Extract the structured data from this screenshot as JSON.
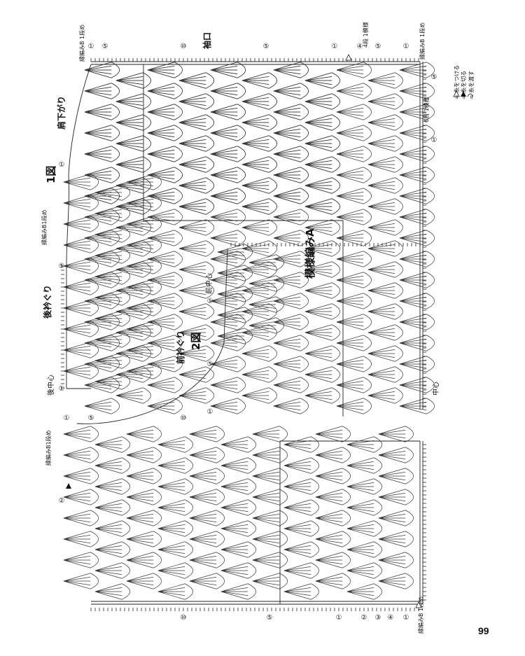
{
  "page_number": "99",
  "figure1": {
    "label": "1図",
    "pattern_label": "模様編みA",
    "shoulder_label": "肩下がり",
    "sleeve_label": "袖口",
    "back_neck_label": "後衿ぐり",
    "back_center_label": "後中心",
    "center_label": "中心",
    "edge_b_row1_top": "縁編みB 1段め",
    "edge_b_row1_neck": "縁編みB1段め",
    "edge_b_row1_right": "縁編みB 1段め",
    "repeat_note_top": "4段 1模様",
    "repeat_note_right": "6目 1模様"
  },
  "figure2": {
    "label": "2図",
    "front_neck_label": "前衿ぐり",
    "front_center_label": "前中心",
    "edge_b_row1_left": "縁編みB1段め",
    "edge_b_row1_bottom": "縁編みB 1段め"
  },
  "legend": {
    "attach_yarn": "= 糸をつける",
    "cut_yarn": "= 糸を切る",
    "carry_yarn": "= 糸を渡す"
  },
  "row_markers": {
    "figure1_top": [
      "①",
      "⑤",
      "⑩",
      "⑤",
      "①",
      "④",
      "⑤",
      "①"
    ],
    "figure1_right": [
      "⑤",
      "①"
    ],
    "figure1_neck": [
      "①",
      "⑤",
      "①"
    ],
    "figure2_top": [
      "①",
      "⑤",
      "⑩"
    ],
    "figure2_neck": [
      "①",
      "⑤",
      "①"
    ],
    "figure2_bottom": [
      "⑩",
      "⑤",
      "①",
      "②",
      "③",
      "④",
      "①"
    ],
    "figure2_side": [
      "②"
    ]
  },
  "icons": {
    "attach": "open-triangle-icon",
    "cut": "filled-triangle-icon",
    "carry": "loop-arrow-icon"
  }
}
